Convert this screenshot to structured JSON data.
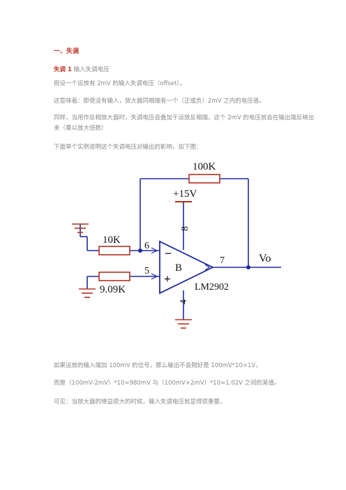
{
  "section": {
    "heading": "一、失调"
  },
  "subsection": {
    "tag": "失调 1",
    "title": "输入失调电压"
  },
  "paragraphs": [
    "假设一个运放有 2mV 的输入失调电压（offset）。",
    "这意味着：即使没有输入，放大器同相端有一个（正或负）2mV 之内的电压值。",
    "同样，当用作反相放大器时，失调电压会叠加于运放反相端，这个 2mV 的电压就会在输出端反映出",
    "来（乘以放大倍数）",
    "下面举个实例说明这个失调电压对输出的影响，如下图：",
    "如果运放的输入端加 100mV 的信号，那么输出不会刚好是 100mV*10=1V，",
    "而是（100mV-2mV）*10=980mV 与（100mV+2mV）*10=1.02V 之间的某值。",
    "可见：当放大器的增益很大的时候，输入失调电压就显得很重要。"
  ],
  "schematic": {
    "feedback_resistor": "100K",
    "supply": "+15V",
    "pin_vcc": "8",
    "input_resistor": "10K",
    "pin_inv": "6",
    "pin_noninv": "5",
    "pin_out": "7",
    "pin_gnd": "4",
    "opamp_unit": "B",
    "minus_sign": "−",
    "plus_sign": "+",
    "bias_resistor": "9.09K",
    "part_number": "LM2902",
    "output_label": "Vo",
    "colors": {
      "wire": "#1f2a9c",
      "component": "#b03020",
      "ground": "#b03020"
    }
  }
}
